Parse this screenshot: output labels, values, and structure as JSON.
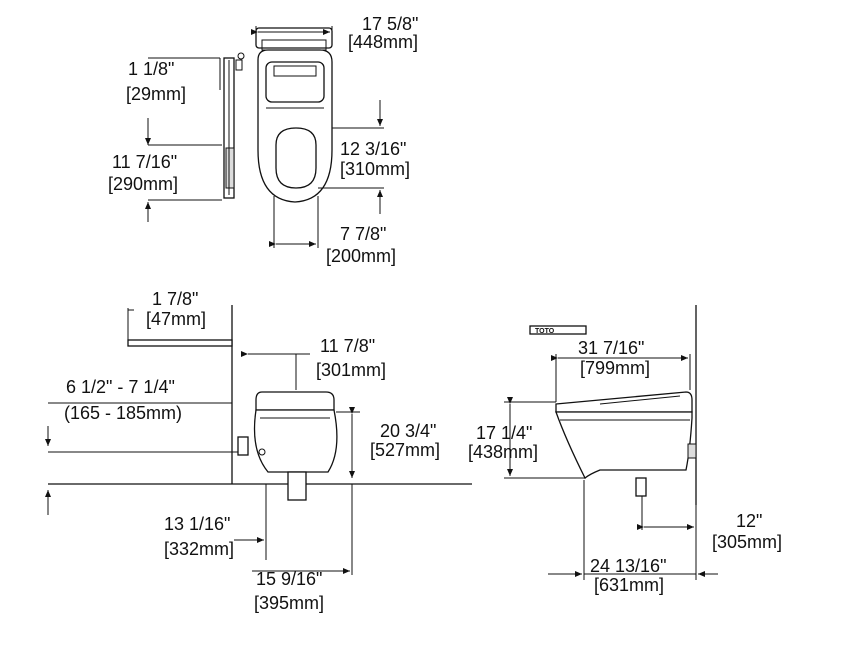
{
  "top_view": {
    "width": {
      "imperial": "17 5/8\"",
      "metric": "[448mm]"
    },
    "side_gap": {
      "imperial": "1 1/8\"",
      "metric": "[29mm]"
    },
    "bracket_height": {
      "imperial": "11 7/16\"",
      "metric": "[290mm]"
    },
    "seat_depth": {
      "imperial": "12 3/16\"",
      "metric": "[310mm]"
    },
    "center_offset": {
      "imperial": "7 7/8\"",
      "metric": "[200mm]"
    }
  },
  "front_view": {
    "wall_gap": {
      "imperial": "1 7/8\"",
      "metric": "[47mm]"
    },
    "seat_width": {
      "imperial": "11 7/8\"",
      "metric": "[301mm]"
    },
    "supply_height": {
      "imperial": "6 1/2\" - 7 1/4\"",
      "metric": "(165 - 185mm)"
    },
    "bowl_height": {
      "imperial": "20 3/4\"",
      "metric": "[527mm]"
    },
    "base_width": {
      "imperial": "13 1/16\"",
      "metric": "[332mm]"
    },
    "overall_width": {
      "imperial": "15 9/16\"",
      "metric": "[395mm]"
    }
  },
  "side_view": {
    "top_length": {
      "imperial": "31 7/16\"",
      "metric": "[799mm]"
    },
    "seat_height": {
      "imperial": "17 1/4\"",
      "metric": "[438mm]"
    },
    "rough_in": {
      "imperial": "12\"",
      "metric": "[305mm]"
    },
    "overall_depth": {
      "imperial": "24 13/16\"",
      "metric": "[631mm]"
    },
    "remote_label": "TOTO"
  }
}
